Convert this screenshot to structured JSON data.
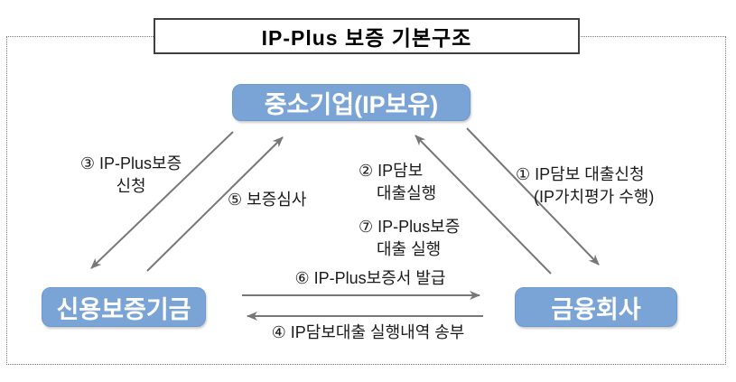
{
  "title": "IP-Plus 보증 기본구조",
  "nodes": {
    "sme": {
      "label": "중소기업(IP보유)"
    },
    "kodit": {
      "label": "신용보증기금"
    },
    "bank": {
      "label": "금융회사"
    }
  },
  "flows": [
    {
      "num": "①",
      "lines": [
        "① IP담보 대출신청",
        "(IP가치평가 수행)"
      ],
      "from": "sme",
      "to": "bank"
    },
    {
      "num": "②",
      "lines": [
        "② IP담보",
        "대출실행"
      ],
      "from": "bank",
      "to": "sme"
    },
    {
      "num": "③",
      "lines": [
        "③ IP-Plus보증",
        "신청"
      ],
      "from": "sme",
      "to": "kodit"
    },
    {
      "num": "④",
      "lines": [
        "④ IP담보대출 실행내역 송부"
      ],
      "from": "bank",
      "to": "kodit"
    },
    {
      "num": "⑤",
      "lines": [
        "⑤ 보증심사"
      ],
      "from": "kodit",
      "to": "sme"
    },
    {
      "num": "⑥",
      "lines": [
        "⑥ IP-Plus보증서 발급"
      ],
      "from": "kodit",
      "to": "bank"
    },
    {
      "num": "⑦",
      "lines": [
        "⑦ IP-Plus보증",
        "대출 실행"
      ],
      "from": "bank",
      "to": "sme"
    }
  ],
  "colors": {
    "node_fill": "#7BA4D6",
    "node_border": "#6E99CE",
    "node_text": "#FFFFFF",
    "arrow": "#777777",
    "title_border": "#404040",
    "frame_border": "#777777",
    "label_text": "#1A1A1A"
  }
}
